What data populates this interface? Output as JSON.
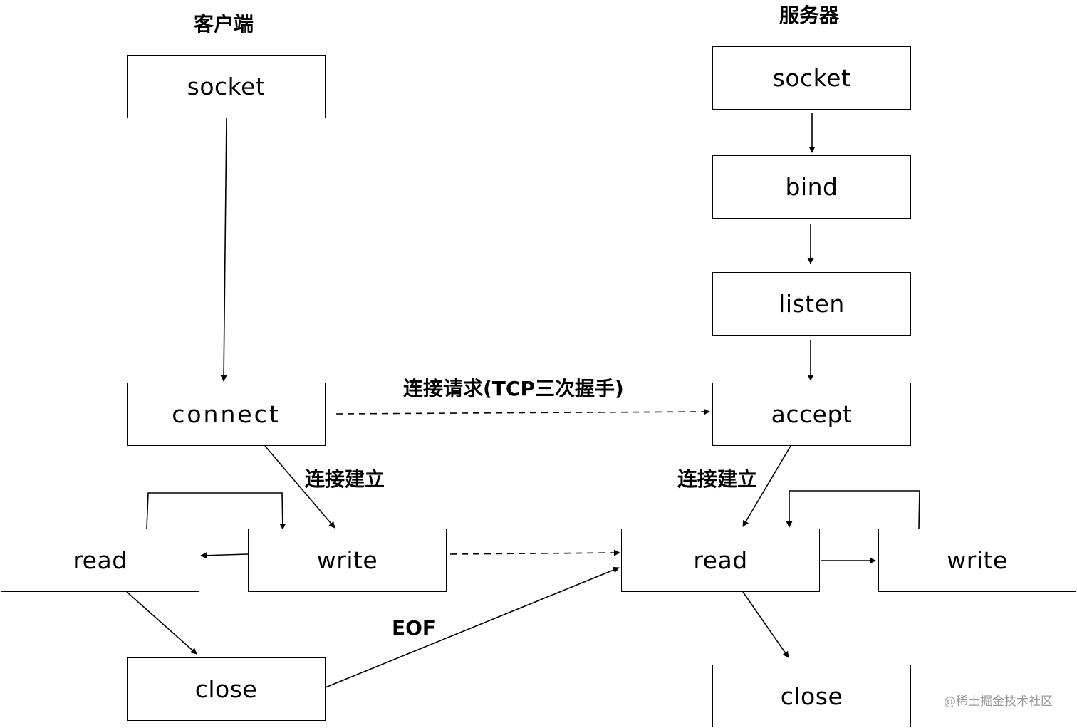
{
  "headers": {
    "client": "客户端",
    "server": "服务器"
  },
  "client": {
    "socket": "socket",
    "connect": "connect",
    "read": "read",
    "write": "write",
    "close": "close"
  },
  "server": {
    "socket": "socket",
    "bind": "bind",
    "listen": "listen",
    "accept": "accept",
    "read": "read",
    "write": "write",
    "close": "close"
  },
  "edge_labels": {
    "connect_request": "连接请求(TCP三次握手)",
    "client_established": "连接建立",
    "server_established": "连接建立",
    "eof": "EOF"
  },
  "watermark": "@稀土掘金技术社区"
}
